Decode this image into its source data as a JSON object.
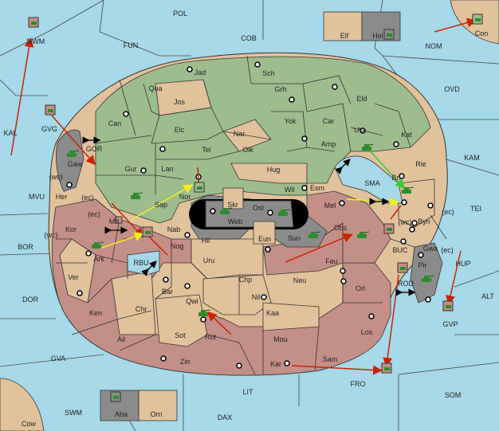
{
  "colors": {
    "sea": "#a6d9e9",
    "green": "#9dbd8c",
    "tan": "#e2c29b",
    "rose": "#c48f87",
    "grey": "#8b8b8b",
    "black": "#000000",
    "arrow_red": "#cc2200",
    "arrow_yellow": "#f0f020",
    "arrow_green": "#33cc33"
  },
  "sea_labels": {
    "pol": "POL",
    "fun": "FUN",
    "cob": "COB",
    "nom": "NOM",
    "ovd": "OVD",
    "kal": "KAL",
    "kam": "KAM",
    "tei": "TEI",
    "alt": "ALT",
    "mvu": "MVU",
    "bor": "BOR",
    "dor": "DOR",
    "gva": "GVA",
    "lit": "LIT",
    "fro": "FRO",
    "som": "SOM",
    "swm": "SWM",
    "dax": "DAX",
    "sma": "SMA",
    "rbu": "RBU",
    "gor": "GOR",
    "buc": "BUC",
    "hup": "HUP",
    "rod": "ROD"
  },
  "territories": {
    "jad": "Jad",
    "sch": "Sch",
    "qua": "Qua",
    "jos": "Jos",
    "grh": "Grh",
    "eld": "Eld",
    "can": "Can",
    "car": "Car",
    "yok": "Yok",
    "elc": "Elc",
    "nar": "Nar",
    "uta": "Uta",
    "kat": "Kat",
    "amp": "Amp",
    "tel": "Tel",
    "olk": "Olk",
    "gur": "Gur",
    "lan": "Lan",
    "hug": "Hug",
    "rie": "Rie",
    "bri": "Bri",
    "wil": "Wil",
    "esm": "Esm",
    "nor": "Nor",
    "sap": "Sap",
    "skr": "Skr",
    "ost": "Ost",
    "web": "Web",
    "mel": "Mel",
    "byn": "Byn",
    "gaw": "Gaw",
    "her": "Her",
    "kor": "Kor",
    "mft": "Mft",
    "nab": "Nab",
    "hil": "Hil",
    "eun": "Eun",
    "sun": "Sun",
    "obs": "Obs",
    "gwa": "Gwa",
    "ark": "Ark",
    "nog": "Nog",
    "uru": "Uru",
    "feu": "Feu",
    "pir": "Pir",
    "ver": "Ver",
    "chp": "Chp",
    "neu": "Neu",
    "orl": "Orl",
    "bar": "Bar",
    "qwi": "Qwi",
    "nil": "Nil",
    "ken": "Ken",
    "chr": "Chr",
    "kaa": "Kaa",
    "los": "Los",
    "ail": "Ail",
    "sot": "Sot",
    "rot": "Rot",
    "mou": "Mou",
    "zin": "Zin",
    "kar": "Kar",
    "sam": "Sam"
  },
  "coast_marks": {
    "wc1": "(wc)",
    "ec1": "(ec)",
    "ec2": "(ec)",
    "wc2": "(wc)",
    "wc3": "(wc)",
    "ec3": "(ec)",
    "ec4": "(ec)"
  },
  "offboard": {
    "nwm": "NWM",
    "gvg": "GVG",
    "con": "Con",
    "gvp": "GVP",
    "cow": "Cow",
    "elf": "Elf",
    "hel": "Hel",
    "aba": "Aba",
    "orn": "Orn"
  }
}
